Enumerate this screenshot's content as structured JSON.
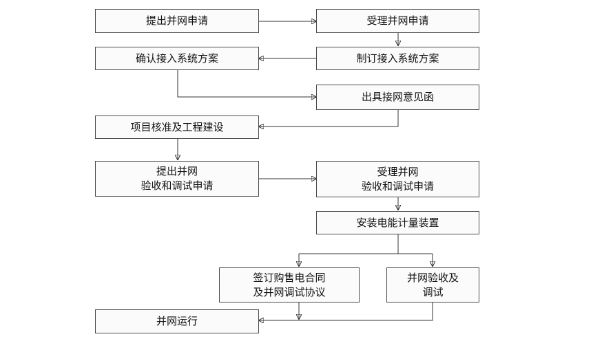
{
  "nodes": {
    "submit_request": [
      "提出并网申请"
    ],
    "accept_request": [
      "受理并网申请"
    ],
    "confirm_plan": [
      "确认接入系统方案"
    ],
    "make_plan": [
      "制订接入系统方案"
    ],
    "opinion_letter": [
      "出具接网意见函"
    ],
    "project_approval": [
      "项目核准及工程建设"
    ],
    "submit_acceptance": [
      "提出并网",
      "验收和调试申请"
    ],
    "accept_acceptance": [
      "受理并网",
      "验收和调试申请"
    ],
    "install_meter": [
      "安装电能计量装置"
    ],
    "sign_contract": [
      "签订购售电合同",
      "及并网调试协议"
    ],
    "grid_acceptance": [
      "并网验收及",
      "调试"
    ],
    "grid_operation": [
      "并网运行"
    ]
  },
  "colors": {
    "border": "#4a4a4a",
    "box_fill": "#fbfbfb",
    "connector": "#333333",
    "text": "#111111"
  }
}
